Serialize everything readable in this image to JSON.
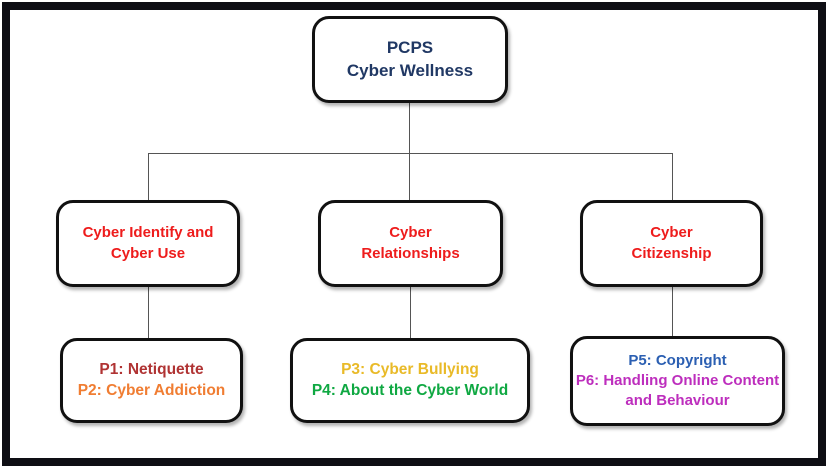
{
  "page": {
    "background": "#ffffff",
    "frame_color": "#0e0e14",
    "node_border_color": "#111111",
    "connector_color": "#555555"
  },
  "root": {
    "text": "PCPS\nCyber Wellness",
    "color": "#203864"
  },
  "branches": [
    {
      "title": "Cyber Identify and\nCyber Use",
      "title_color": "#EE1C1C",
      "items": [
        {
          "label": "P1: Netiquette",
          "color": "#B03333"
        },
        {
          "label": "P2: Cyber Addiction",
          "color": "#F07D32"
        }
      ]
    },
    {
      "title": "Cyber\nRelationships",
      "title_color": "#EE1C1C",
      "items": [
        {
          "label": "P3: Cyber Bullying",
          "color": "#E9BA28"
        },
        {
          "label": "P4: About the Cyber World",
          "color": "#0FA842"
        }
      ]
    },
    {
      "title": "Cyber\nCitizenship",
      "title_color": "#EE1C1C",
      "items": [
        {
          "label": "P5: Copyright",
          "color": "#2B5FB2"
        },
        {
          "label": "P6: Handling Online Content and Behaviour",
          "color": "#BD2EBD"
        }
      ]
    }
  ]
}
